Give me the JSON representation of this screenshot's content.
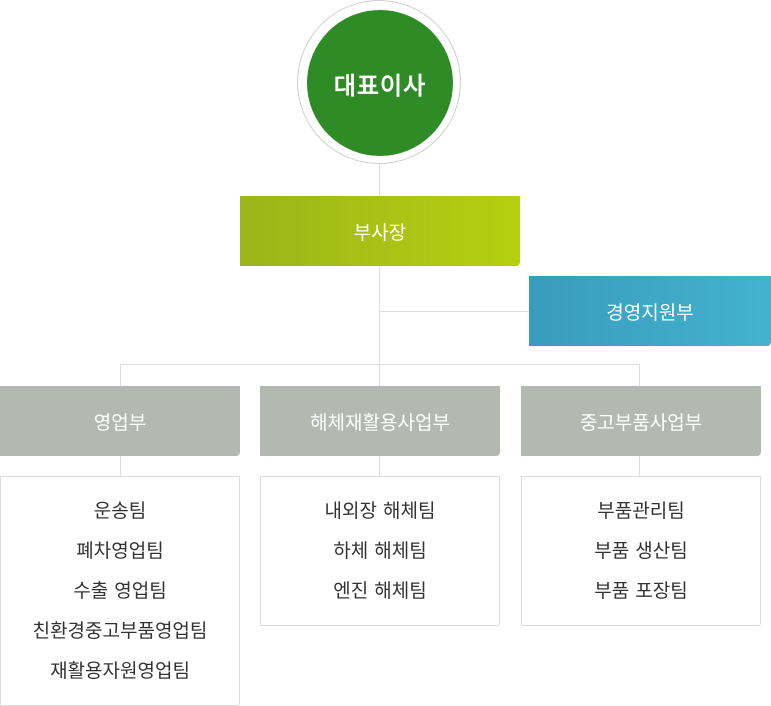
{
  "ceo": {
    "label": "대표이사"
  },
  "vice_president": {
    "label": "부사장"
  },
  "support_dept": {
    "label": "경영지원부"
  },
  "departments": [
    {
      "label": "영업부",
      "teams": [
        "운송팀",
        "폐차영업팀",
        "수출 영업팀",
        "친환경중고부품영업팀",
        "재활용자원영업팀"
      ]
    },
    {
      "label": "해체재활용사업부",
      "teams": [
        "내외장 해체팀",
        "하체 해체팀",
        "엔진 해체팀"
      ]
    },
    {
      "label": "중고부품사업부",
      "teams": [
        "부품관리팀",
        "부품 생산팀",
        "부품 포장팀"
      ]
    }
  ],
  "colors": {
    "ceo": "#2e8b25",
    "vice_president": "#b5d010",
    "support_dept": "#42b3cf",
    "department": "#b3b8b1",
    "connector": "#dedede"
  }
}
